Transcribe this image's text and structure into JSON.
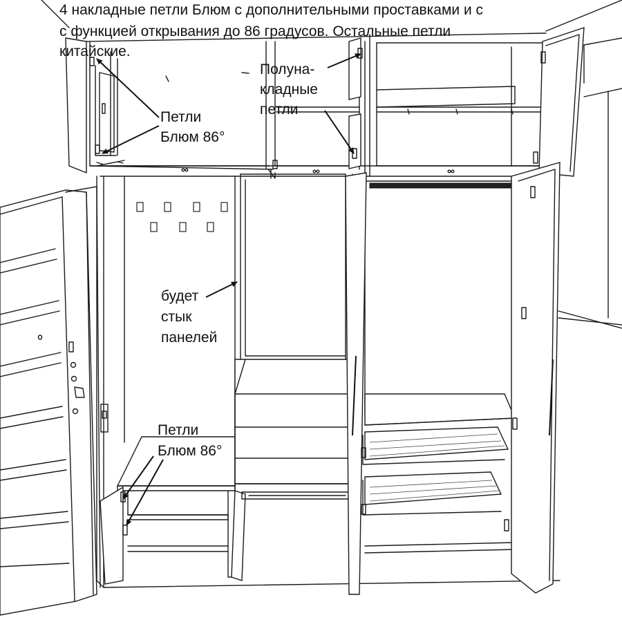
{
  "title": {
    "line1": "4 накладные петли Блюм с дополнительными проставками и с",
    "line2": "с функцией открывания до 86 градусов. Остальные петли",
    "line3": "китайские."
  },
  "labels": {
    "hinges_top": [
      "Петли",
      "Блюм 86°"
    ],
    "half_overlay": [
      "Полуна-",
      "кладные",
      "петли"
    ],
    "panel_joint": [
      "будет",
      "стык",
      "панелей"
    ],
    "hinges_bottom": [
      "Петли",
      "Блюм 86°"
    ]
  }
}
